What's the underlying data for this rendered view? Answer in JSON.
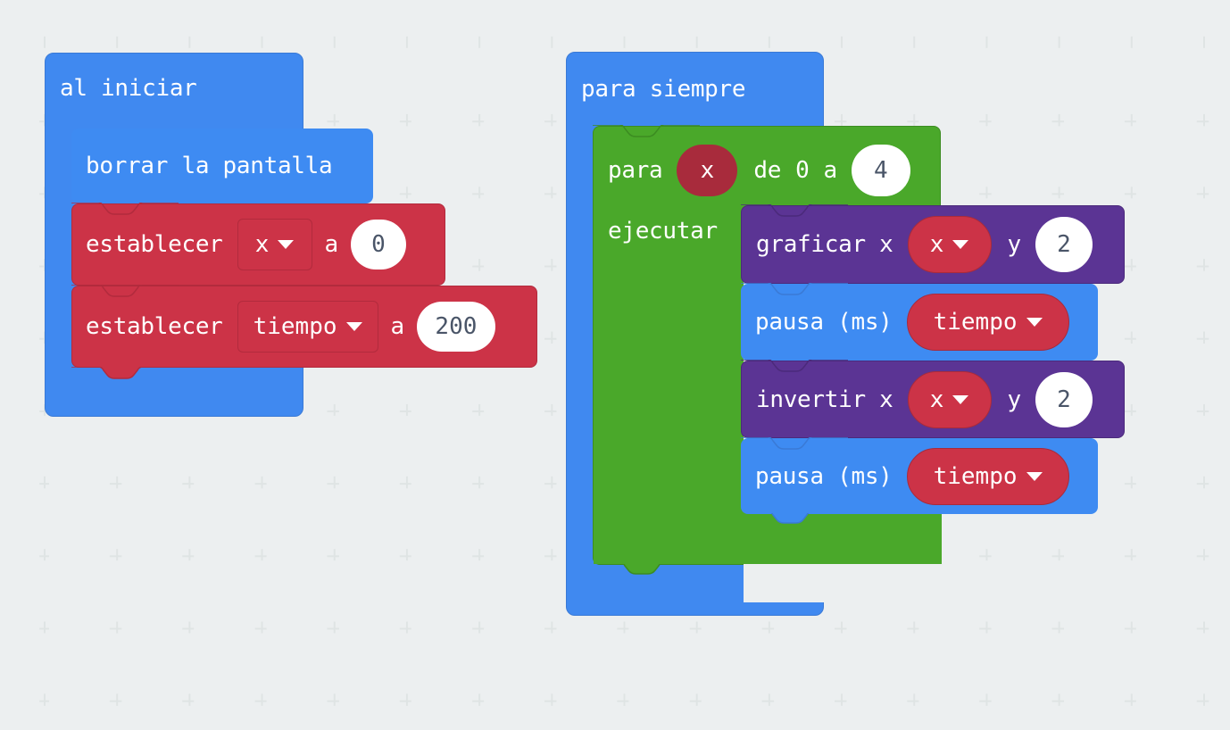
{
  "workspace": {
    "name": "makecode-blocks-workspace",
    "background_color": "#eceff0",
    "grid_marker": "plus"
  },
  "palette": {
    "blue_event": "#4089f0",
    "blue_basic": "#3e8bf2",
    "green_loop": "#4aa82a",
    "red_variable": "#cc3347",
    "red_variable_dark": "#a82b3c",
    "purple_led": "#5b3494",
    "field_white": "#ffffff",
    "field_text": "#4a5568"
  },
  "left_stack": {
    "hat": {
      "label": "al iniciar",
      "color": "#4089f0"
    },
    "statements": [
      {
        "id": "borrar-la-pantalla",
        "label": "borrar la pantalla",
        "color": "#3e8bf2"
      },
      {
        "id": "establecer-x-a-0",
        "label": "establecer",
        "dropdown_value": "x",
        "connector": "a",
        "number_value": "0",
        "color": "#cc3347"
      },
      {
        "id": "establecer-tiempo-a-200",
        "label": "establecer",
        "dropdown_value": "tiempo",
        "connector": "a",
        "number_value": "200",
        "color": "#cc3347"
      }
    ]
  },
  "right_stack": {
    "hat": {
      "label": "para siempre",
      "color": "#4089f0"
    },
    "for_loop": {
      "id": "para-x-de-0-a-4",
      "label": "para",
      "variable": "x",
      "from_label": "de",
      "from_value": "0",
      "to_label": "a",
      "to_value": "4",
      "body_label": "ejecutar",
      "color": "#4aa82a"
    },
    "body_statements": [
      {
        "id": "graficar-x-y",
        "label": "graficar x",
        "dropdown_value": "x",
        "second_label": "y",
        "number_value": "2",
        "color": "#5b3494"
      },
      {
        "id": "pausa-ms-tiempo-1",
        "label": "pausa (ms)",
        "dropdown_value": "tiempo",
        "color": "#3e8bf2"
      },
      {
        "id": "invertir-x-y",
        "label": "invertir x",
        "dropdown_value": "x",
        "second_label": "y",
        "number_value": "2",
        "color": "#5b3494"
      },
      {
        "id": "pausa-ms-tiempo-2",
        "label": "pausa (ms)",
        "dropdown_value": "tiempo",
        "color": "#3e8bf2"
      }
    ]
  },
  "icons": {
    "caret": "chevron-down-icon"
  }
}
